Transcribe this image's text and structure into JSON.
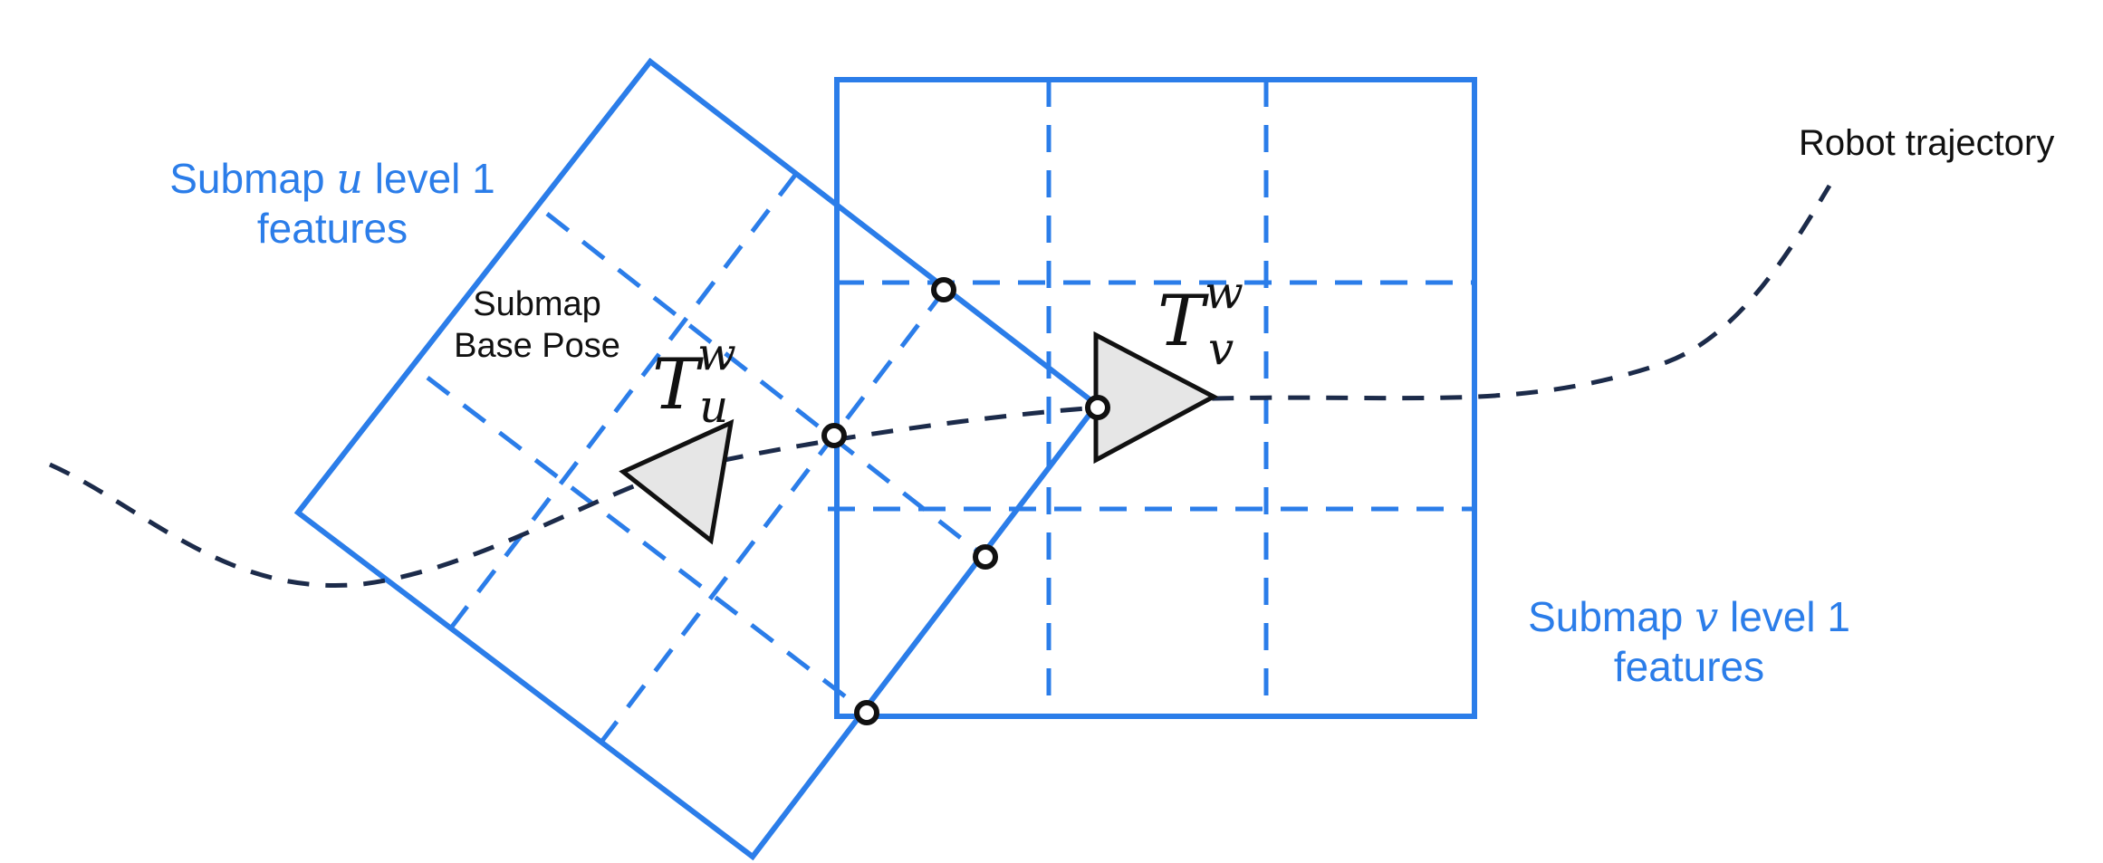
{
  "labels": {
    "robot_trajectory": "Robot trajectory",
    "submap_u_prefix": "Submap ",
    "submap_u_var": "u",
    "submap_u_suffix": " level 1",
    "submap_u_line2": "features",
    "submap_v_prefix": "Submap ",
    "submap_v_var": "v",
    "submap_v_suffix": " level 1",
    "submap_v_line2": "features",
    "base_pose_line1": "Submap",
    "base_pose_line2": "Base Pose",
    "tu_base": "T",
    "tu_sup": "w",
    "tu_sub": "u",
    "tv_base": "T",
    "tv_sup": "w",
    "tv_sub": "v"
  },
  "colors": {
    "submap_blue": "#2b7de9",
    "trajectory_navy": "#1c2b4a",
    "pose_fill": "#e6e6e6",
    "text_black": "#111111"
  },
  "icons": [
    "pose-triangle-u",
    "pose-triangle-v",
    "keypoint-circle"
  ]
}
